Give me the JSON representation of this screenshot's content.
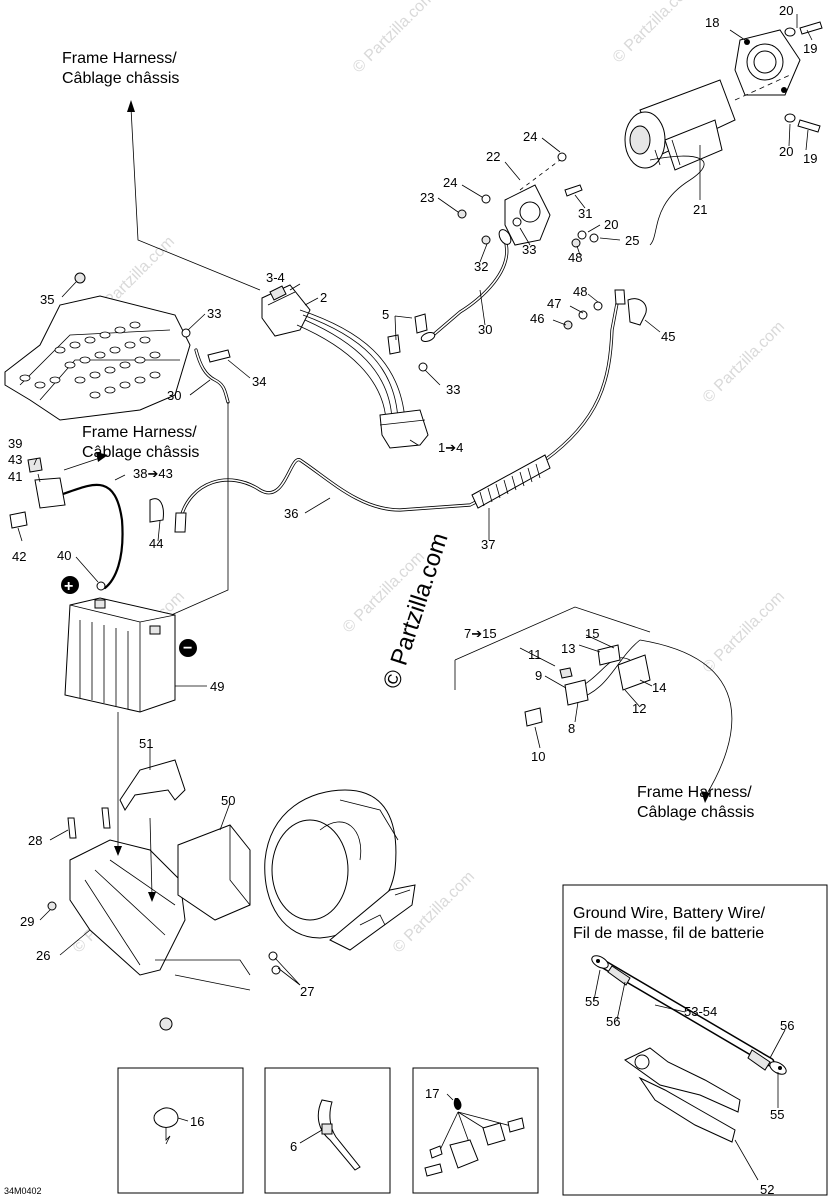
{
  "captions": {
    "frame_harness_1": [
      "Frame Harness/",
      "Câblage châssis"
    ],
    "frame_harness_2": [
      "Frame Harness/",
      "Câblage châssis"
    ],
    "frame_harness_3": [
      "Frame Harness/",
      "Câblage châssis"
    ],
    "ground_wire_box": [
      "Ground Wire, Battery Wire/",
      "Fil de masse, fil de batterie"
    ]
  },
  "watermark": {
    "center": "© Partzilla.com",
    "tile": "© Partzilla.com"
  },
  "diagram_ref": "34M0402",
  "callouts": {
    "c20a": "20",
    "c19a": "19",
    "c18": "18",
    "c20b": "20",
    "c19b": "19",
    "c21": "21",
    "c24a": "24",
    "c22": "22",
    "c24b": "24",
    "c23": "23",
    "c31": "31",
    "c20c": "20",
    "c25": "25",
    "c48a": "48",
    "c33a": "33",
    "c32": "32",
    "c3_4": "3-4",
    "c2": "2",
    "c5": "5",
    "c30a": "30",
    "c33b": "33",
    "c1_4": "1➔4",
    "c48b": "48",
    "c47": "47",
    "c46": "46",
    "c45": "45",
    "c35": "35",
    "c33c": "33",
    "c30b": "30",
    "c34": "34",
    "c39": "39",
    "c43": "43",
    "c41": "41",
    "c38_43": "38➔43",
    "c42": "42",
    "c44": "44",
    "c36": "36",
    "c37": "37",
    "c40": "40",
    "c49": "49",
    "c7_15": "7➔15",
    "c11": "11",
    "c13": "13",
    "c15": "15",
    "c9": "9",
    "c14": "14",
    "c12": "12",
    "c8": "8",
    "c10": "10",
    "c51": "51",
    "c50": "50",
    "c28": "28",
    "c29": "29",
    "c26": "26",
    "c27": "27",
    "c53_54": "53-54",
    "c55a": "55",
    "c56a": "56",
    "c56b": "56",
    "c55b": "55",
    "c52": "52",
    "c16": "16",
    "c6": "6",
    "c17": "17"
  },
  "symbols": {
    "plus": "+",
    "minus": "−"
  }
}
